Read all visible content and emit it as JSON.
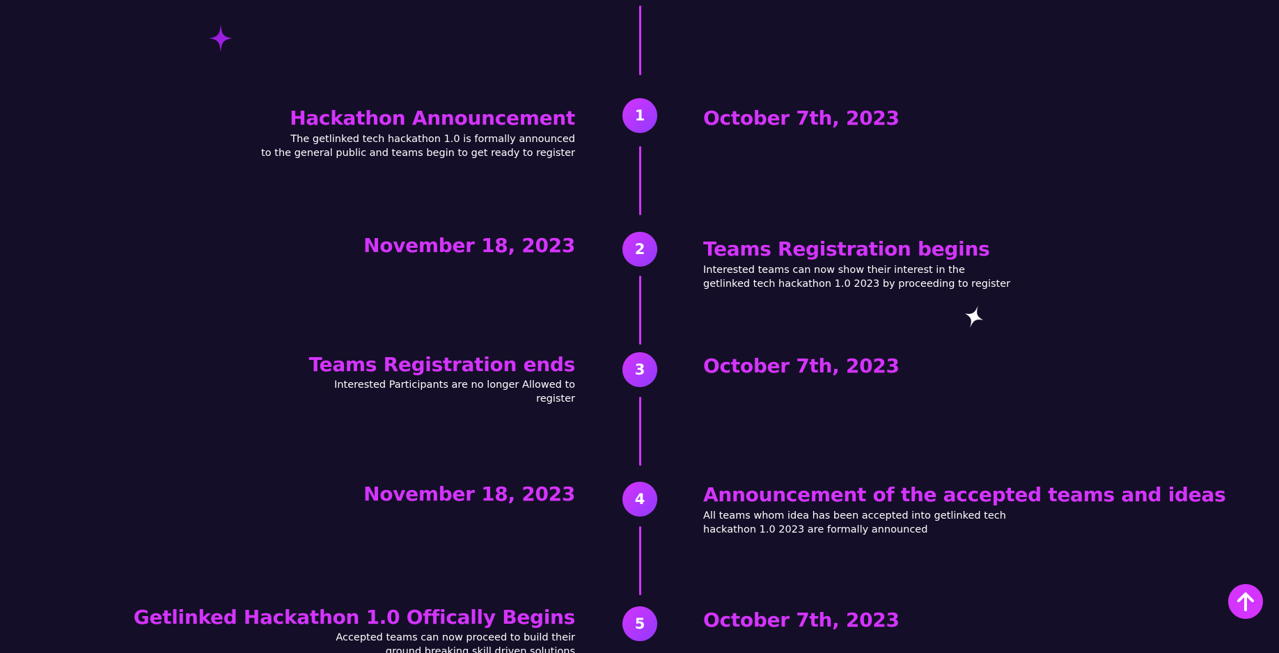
{
  "timeline": [
    {
      "number": "1",
      "title": "Hackathon Announcement",
      "description_line1": "The getlinked tech hackathon 1.0 is formally announced",
      "description_line2": "to the general public and teams begin to get ready to register",
      "date": "October 7th, 2023"
    },
    {
      "number": "2",
      "title": "Teams Registration begins",
      "description_line1": "Interested teams can now show their interest in the",
      "description_line2": "getlinked tech hackathon 1.0 2023 by proceeding to register",
      "date": "November 18, 2023"
    },
    {
      "number": "3",
      "title": "Teams Registration ends",
      "description_line1": "Interested Participants are no longer Allowed to",
      "description_line2": "register",
      "date": "October 7th, 2023"
    },
    {
      "number": "4",
      "title": "Announcement of the accepted teams and ideas",
      "description_line1": "All teams whom idea has been accepted into getlinked tech",
      "description_line2": "hackathon 1.0 2023 are formally announced",
      "date": "November 18, 2023"
    },
    {
      "number": "5",
      "title": "Getlinked Hackathon 1.0 Offically Begins",
      "description_line1": "Accepted teams can now proceed to build their",
      "description_line2": "ground breaking skill driven solutions",
      "date": "October 7th, 2023"
    }
  ],
  "icons": {
    "star_purple": "sparkle-star-icon",
    "star_white": "sparkle-star-icon",
    "scroll_top": "arrow-up-icon"
  },
  "colors": {
    "background": "#150e28",
    "accent": "#d434fe",
    "accent_dark": "#903aff",
    "text": "#ffffff"
  }
}
